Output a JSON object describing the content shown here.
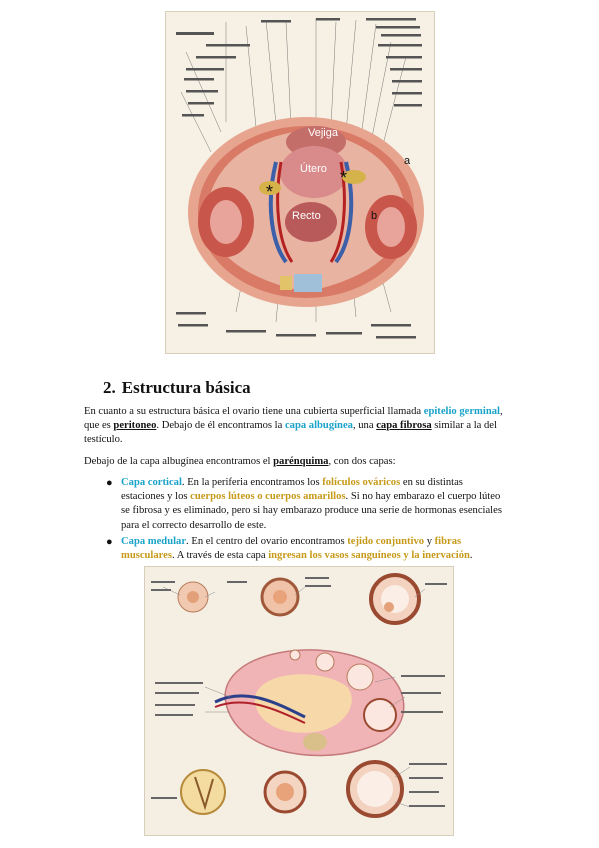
{
  "figure1": {
    "labels": {
      "vejiga": "Vejiga",
      "utero": "Útero",
      "recto": "Recto",
      "a": "a",
      "b": "b",
      "asterisk": "*"
    }
  },
  "section": {
    "number": "2.",
    "title": "Estructura básica"
  },
  "para1": {
    "t1": "En cuanto a su estructura básica el ovario tiene una cubierta superficial llamada ",
    "epitelio": "epitelio germinal",
    "t2": ", que es ",
    "peritoneo": "peritoneo",
    "t3": ". Debajo de él encontramos la ",
    "albuginea": "capa albugínea",
    "t4": ", una ",
    "fibrosa": "capa fibrosa",
    "t5": " similar a la del testículo."
  },
  "para2": {
    "t1": "Debajo de la capa albugínea encontramos el ",
    "parenquima": "parénquima",
    "t2": ", con dos capas:"
  },
  "bullets": {
    "b1": {
      "term": "Capa cortical",
      "t1": ". En la periferia encontramos los ",
      "foliculos": "folículos ováricos",
      "t2": " en su distintas estaciones y los ",
      "cuerpos": "cuerpos lúteos o cuerpos amarillos",
      "t3": ". Si no hay embarazo el cuerpo lúteo se fibrosa y es eliminado, pero si hay embarazo produce una serie de hormonas esenciales para el correcto desarrollo de este."
    },
    "b2": {
      "term": "Capa medular",
      "t1": ". En el centro del ovario encontramos ",
      "tejido": "tejido conjuntivo",
      "t2": " y ",
      "fibras": "fibras musculares",
      "t3": ". A través de esta capa ",
      "vasos": "ingresan los vasos sanguíneos y la inervación",
      "t4": "."
    }
  },
  "colors": {
    "cyan_highlight": "#1aa3c9",
    "gold_highlight": "#c79a1a"
  }
}
